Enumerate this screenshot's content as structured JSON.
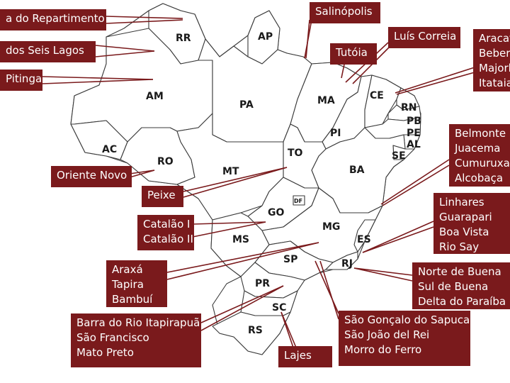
{
  "states": {
    "RR": "RR",
    "AP": "AP",
    "AM": "AM",
    "PA": "PA",
    "MA": "MA",
    "CE": "CE",
    "RN": "RN",
    "PB": "PB",
    "PE": "PE",
    "AL": "AL",
    "SE": "SE",
    "PI": "PI",
    "AC": "AC",
    "RO": "RO",
    "TO": "TO",
    "BA": "BA",
    "MT": "MT",
    "DF": "DF",
    "GO": "GO",
    "MG": "MG",
    "ES": "ES",
    "MS": "MS",
    "SP": "SP",
    "RJ": "RJ",
    "PR": "PR",
    "SC": "SC",
    "RS": "RS"
  },
  "labels": {
    "repartimento": [
      "a do Repartimento"
    ],
    "seis_lagos": [
      "dos Seis Lagos"
    ],
    "pitinga": [
      "Pitinga"
    ],
    "salinopolis": [
      "Salinópolis"
    ],
    "luis_correia": [
      "Luís Correia"
    ],
    "tutoia": [
      "Tutóia"
    ],
    "aracati": [
      "Aracat",
      "Beberi",
      "Majorl",
      "Itataia"
    ],
    "belmonte": [
      "Belmonte",
      "Juacema",
      "Cumuruxat",
      "Alcobaça"
    ],
    "oriente_novo": [
      "Oriente Novo"
    ],
    "peixe": [
      "Peixe"
    ],
    "linhares": [
      "Linhares",
      "Guarapari",
      "Boa Vista",
      "Rio Say"
    ],
    "catalao": [
      "Catalão I",
      "Catalão II"
    ],
    "araxa": [
      "Araxá",
      "Tapira",
      "Bambuí"
    ],
    "norte_buena": [
      "Norte de Buena",
      "Sul de Buena",
      "Delta do Paraíba"
    ],
    "barra": [
      "Barra do Rio Itapirapuã",
      "São Francisco",
      "Mato Preto"
    ],
    "sao_goncalo": [
      "São Gonçalo do Sapucaí",
      "São João del Rei",
      "Morro do Ferro"
    ],
    "lajes": [
      "Lajes"
    ]
  },
  "colors": {
    "label_bg": "#7a1a1c",
    "label_text": "#ffffff",
    "border": "#3a3a3a"
  }
}
